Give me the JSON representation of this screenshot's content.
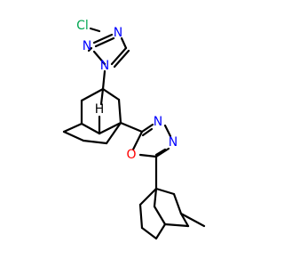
{
  "atoms": {
    "cl": "Cl",
    "n_tri_top": "N",
    "n_tri_left": "N",
    "n_tri_bottom": "N",
    "h": "H",
    "n_oxa_a": "N",
    "n_oxa_b": "N",
    "o_oxa": "O"
  },
  "colors": {
    "bond": "#000000",
    "chlorine": "#00a651",
    "nitrogen": "#0000ff",
    "oxygen": "#ff0000",
    "hydrogen": "#000000"
  }
}
